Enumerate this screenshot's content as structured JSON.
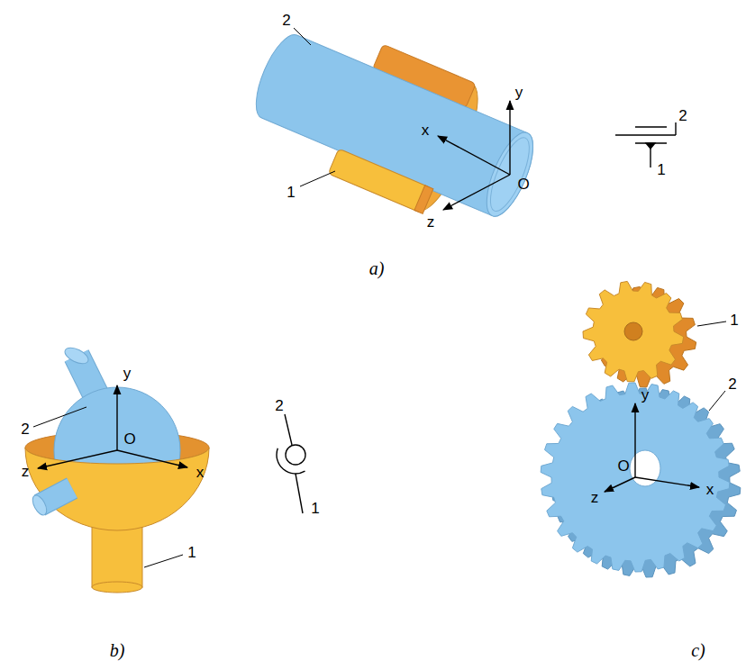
{
  "diagram": {
    "labels": [
      "2",
      "y",
      "x",
      "O",
      "1",
      "z",
      "2",
      "1",
      "a)",
      "y",
      "2",
      "O",
      "z",
      "x",
      "2",
      "1",
      "1",
      "b)",
      "1",
      "2",
      "y",
      "O",
      "z",
      "x",
      "c)"
    ]
  }
}
